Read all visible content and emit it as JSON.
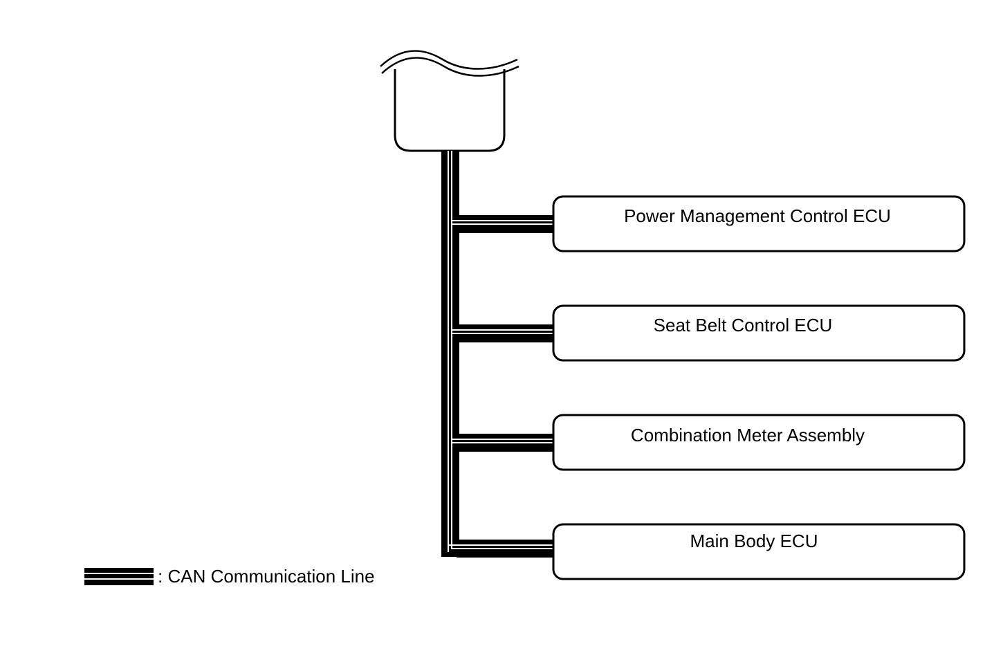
{
  "diagram": {
    "ecus": [
      {
        "label": "Power Management Control ECU"
      },
      {
        "label": "Seat Belt Control ECU"
      },
      {
        "label": "Combination Meter Assembly"
      },
      {
        "label": "Main Body ECU"
      }
    ],
    "legend": {
      "label": ": CAN Communication Line"
    },
    "colors": {
      "line": "#000000",
      "background": "#ffffff"
    }
  }
}
